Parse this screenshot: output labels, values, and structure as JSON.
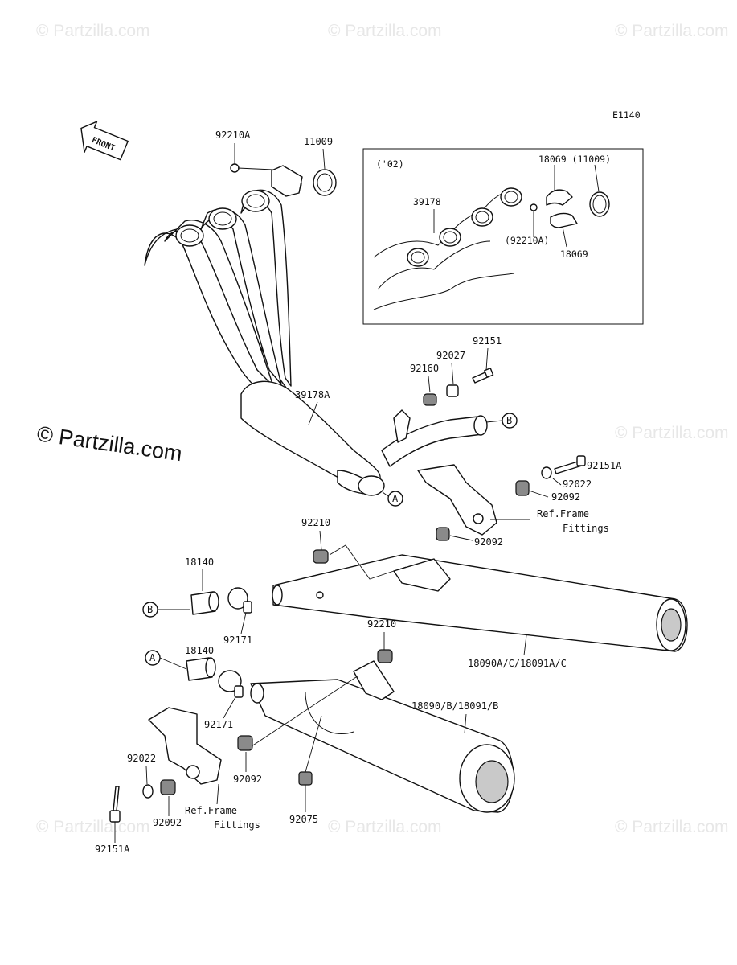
{
  "diagram_code": "E1140",
  "watermark": "© Partzilla.com",
  "watermark_main": "© Partzilla.com",
  "front_label": "FRONT",
  "inset": {
    "year": "('02)",
    "parts": [
      "39178",
      "18069 (11009)",
      "(92210A)",
      "18069"
    ]
  },
  "labels": {
    "p92210A": "92210A",
    "p11009": "11009",
    "p92151": "92151",
    "p92027": "92027",
    "p92160": "92160",
    "p39178A": "39178A",
    "p92151A_r": "92151A",
    "p92022_r": "92022",
    "p92092_r1": "92092",
    "ref_frame_r": "Ref.Frame",
    "fittings_r": "Fittings",
    "p92092_r2": "92092",
    "p92210_top": "92210",
    "p18140_top": "18140",
    "p92171_top": "92171",
    "p18140_bot": "18140",
    "p92210_mid": "92210",
    "p18090A": "18090A/C/18091A/C",
    "p18090": "18090/B/18091/B",
    "p92171_bot": "92171",
    "p92022_l": "92022",
    "p92092_l": "92092",
    "p92092_c": "92092",
    "ref_frame_l": "Ref.Frame",
    "fittings_l": "Fittings",
    "p92075": "92075",
    "p92151A_l": "92151A"
  },
  "callouts": {
    "A": "A",
    "B": "B"
  }
}
